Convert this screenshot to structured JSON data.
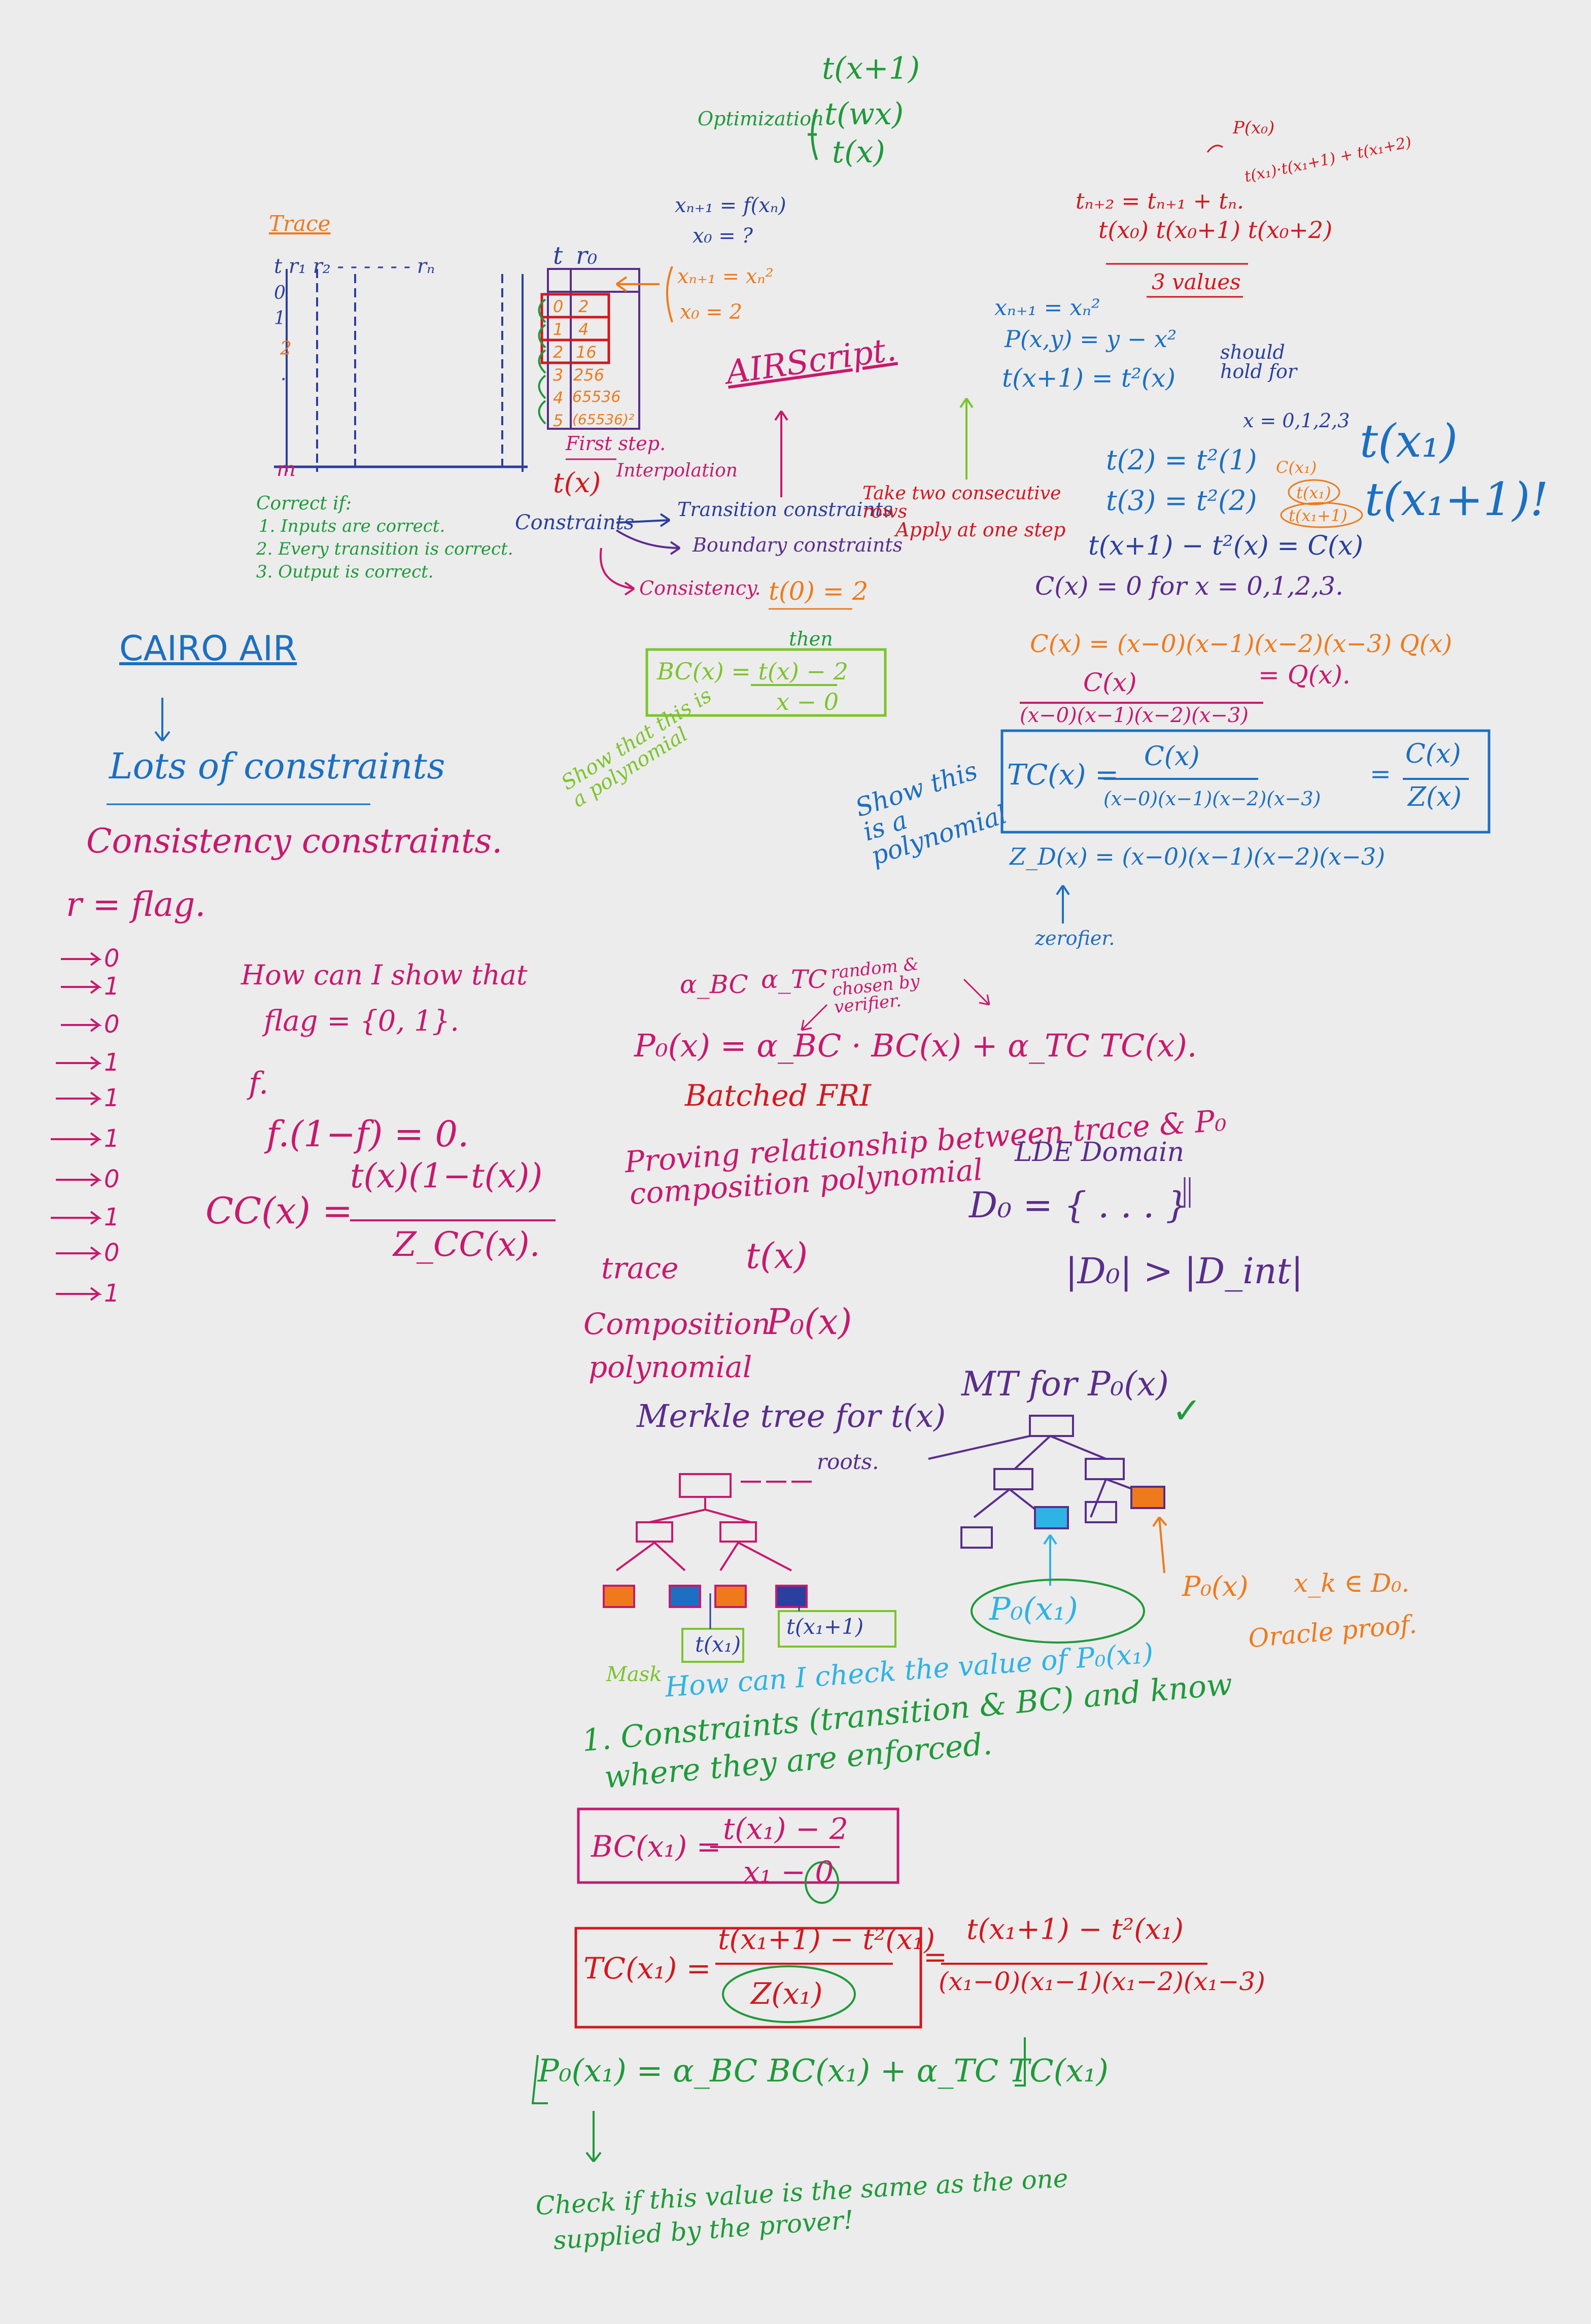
{
  "opt": {
    "t1": "t(x+1)",
    "label": "Optimization",
    "t2": "t(wx)",
    "t3": "t(x)"
  },
  "trace": {
    "title": "Trace",
    "header": "t   r₁   r₂  - - - - - -   rₙ",
    "rows": [
      "0",
      "1",
      "2",
      "."
    ],
    "m": "m",
    "t_head": "t",
    "r0_head": "r₀",
    "t_col": [
      "0",
      "1",
      "2",
      "3",
      "4",
      "5"
    ],
    "r0_col": [
      "2",
      "4",
      "16",
      "256",
      "65536",
      "(65536)²"
    ]
  },
  "seq": {
    "xn1": "xₙ₊₁ = f(xₙ)",
    "x0q": "x₀ = ?",
    "xn1sq": "xₙ₊₁ = xₙ²",
    "x0eq": "x₀ = 2"
  },
  "correct": {
    "title": "Correct if:",
    "items": [
      "1. Inputs are correct.",
      "2. Every transition is correct.",
      "3. Output is correct."
    ]
  },
  "middle": {
    "first_step": "First step.",
    "tx": "t(x)",
    "interp": "Interpolation",
    "constraints": "Constraints",
    "transition": "Transition constraints",
    "boundary": "Boundary constraints",
    "consistency": "Consistency.",
    "t0": "t(0) = 2",
    "then": "then",
    "bc": "BC(x) = t(x) − 2",
    "bc_den": "x − 0",
    "show_poly": "Show that this is a polynomial",
    "airscript": "AIRScript.",
    "take_two": "Take two consecutive rows",
    "apply": "Apply at one step"
  },
  "right": {
    "tn2": "tₙ₊₂ = tₙ₊₁ + tₙ.",
    "tvals": "t(x₀)  t(x₀+1)  t(x₀+2)",
    "three": "3 values",
    "pxn": "P(x₀)",
    "pnotes": "t(x₁)·t(x₁+1) + t(x₁+2)",
    "xn1": "xₙ₊₁ = xₙ²",
    "pxy": "P(x,y) = y − x²",
    "tx1": "t(x+1) = t²(x)",
    "should": "should hold for",
    "xset": "x = 0,1,2,3",
    "t2": "t(2) = t²(1)",
    "t3": "t(3) = t²(2)",
    "cx1": "C(x₁)",
    "tx1b": "t(x₁)",
    "tx1p": "t(x₁+1)",
    "big1": "t(x₁)",
    "big2": "t(x₁+1)!",
    "diff": "t(x+1) − t²(x) = C(x)",
    "c0": "C(x) = 0  for  x = 0,1,2,3.",
    "cfact": "C(x) = (x−0)(x−1)(x−2)(x−3) Q(x)",
    "cx": "C(x)",
    "cden": "(x−0)(x−1)(x−2)(x−3)",
    "qx": "= Q(x).",
    "show_poly": "Show this is a polynomial",
    "tc": "TC(x) =",
    "tc_num": "C(x)",
    "tc_den": "(x−0)(x−1)(x−2)(x−3)",
    "tc_eq": "=",
    "cz_num": "C(x)",
    "cz_den": "Z(x)",
    "zd": "Z_D(x) = (x−0)(x−1)(x−2)(x−3)",
    "zerofier": "zerofier."
  },
  "cairo": {
    "title": "CAIRO AIR",
    "lots": "Lots of constraints"
  },
  "consistency": {
    "title": "Consistency constraints.",
    "flag": "r = flag.",
    "arrows": [
      "0",
      "1",
      "0",
      "1",
      "1",
      "1",
      "0",
      "1",
      "0",
      "1"
    ],
    "how": "How can I show that",
    "flagset": "flag = {0, 1}.",
    "f": "f.",
    "ff": "f.(1−f) = 0.",
    "cc": "CC(x) =",
    "cc_num": "t(x)(1−t(x))",
    "cc_den": "Z_CC(x)."
  },
  "alpha": {
    "abc": "α_BC",
    "atc": "α_TC",
    "rand": "random & chosen by verifier.",
    "p0": "P₀(x) = α_BC · BC(x) + α_TC TC(x).",
    "batched": "Batched FRI",
    "proving": "Proving relationship between trace & P₀",
    "composition": "composition polynomial",
    "trace": "trace",
    "tx": "t(x)",
    "comp2": "Composition",
    "poly2": "polynomial",
    "p0x": "P₀(x)",
    "lde": "LDE Domain",
    "d0": "D₀ = { . . . }",
    "dsize": "|D₀| > |D_int|"
  },
  "tree": {
    "merkle": "Merkle tree for t(x)",
    "roots": "roots.",
    "mt": "MT for P₀(x)",
    "check": "✓",
    "tx1": "t(x₁)",
    "tx1p": "t(x₁+1)",
    "mask": "Mask",
    "p0x1": "P₀(x₁)",
    "p0x": "P₀(x)",
    "xk": "x_k ∈ D₀.",
    "oracle": "Oracle proof."
  },
  "bottom": {
    "how": "How can I check the value of P₀(x₁)",
    "c1": "1. Constraints (transition & BC) and know",
    "c2": "where they are enforced.",
    "bc": "BC(x₁) =",
    "bc_num": "t(x₁) − 2",
    "bc_den": "x₁ − 0",
    "tc": "TC(x₁) =",
    "tc_num": "t(x₁+1) − t²(x₁)",
    "tc_den": "Z(x₁)",
    "tc_eq": "=",
    "tc_num2": "t(x₁+1) − t²(x₁)",
    "tc_den2": "(x₁−0)(x₁−1)(x₁−2)(x₁−3)",
    "p0": "P₀(x₁) = α_BC BC(x₁) + α_TC TC(x₁)",
    "check1": "Check if this value is the same as the one",
    "check2": "supplied by the prover!"
  }
}
